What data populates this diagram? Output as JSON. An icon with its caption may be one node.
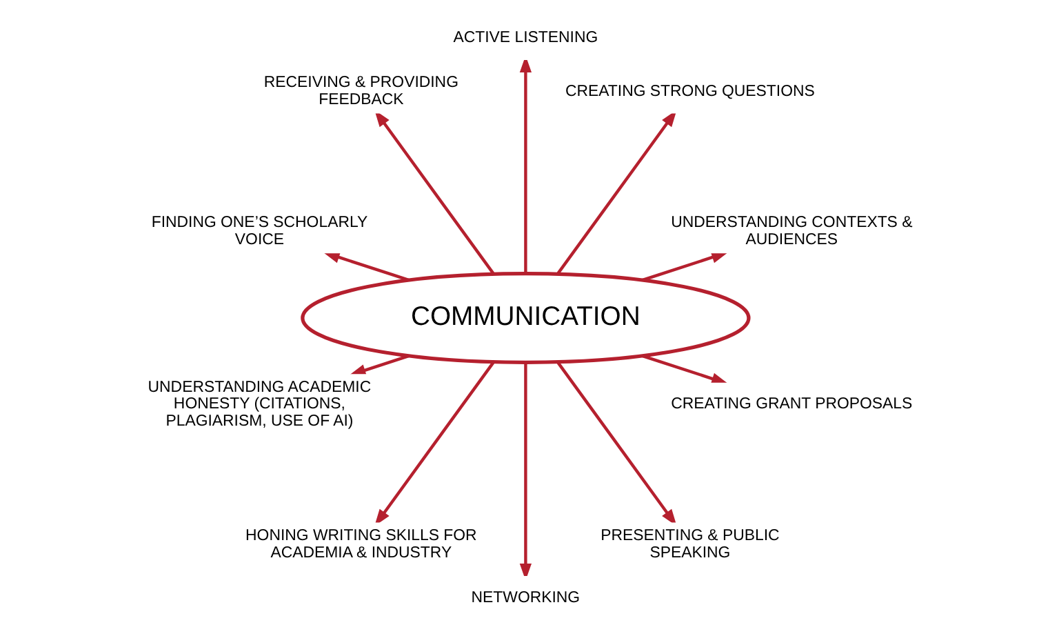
{
  "diagram": {
    "nodes": [
      {
        "text": [
          "COMMUNICATION"
        ]
      },
      {
        "text": [
          "UNDERSTANDING CONTEXTS & AUDIENCES"
        ]
      },
      {
        "text": [
          "CREATING STRONG QUESTIONS"
        ]
      },
      {
        "text": [
          "ACTIVE LISTENING"
        ]
      },
      {
        "text": [
          "RECEIVING & PROVIDING FEEDBACK"
        ]
      },
      {
        "text": [
          "FINDING ONE’S SCHOLARLY VOICE"
        ]
      },
      {
        "text": [
          "UNDERSTANDING ACADEMIC HONESTY (CITATIONS, PLAGIARISM, USE OF AI)"
        ]
      },
      {
        "text": [
          "HONING WRITING SKILLS FOR ACADEMIA & INDUSTRY"
        ]
      },
      {
        "text": [
          "NETWORKING"
        ]
      },
      {
        "text": [
          "PRESENTING & PUBLIC SPEAKING"
        ]
      },
      {
        "text": [
          "CREATING GRANT PROPOSALS"
        ]
      }
    ],
    "edges": [
      {
        "from": 0,
        "to": 1,
        "arrow": "to"
      },
      {
        "from": 0,
        "to": 2,
        "arrow": "to"
      },
      {
        "from": 0,
        "to": 3,
        "arrow": "to"
      },
      {
        "from": 0,
        "to": 4,
        "arrow": "to"
      },
      {
        "from": 0,
        "to": 5,
        "arrow": "to"
      },
      {
        "from": 0,
        "to": 6,
        "arrow": "to"
      },
      {
        "from": 0,
        "to": 7,
        "arrow": "to"
      },
      {
        "from": 0,
        "to": 8,
        "arrow": "to"
      },
      {
        "from": 0,
        "to": 9,
        "arrow": "to"
      },
      {
        "from": 0,
        "to": 10,
        "arrow": "to"
      }
    ]
  }
}
